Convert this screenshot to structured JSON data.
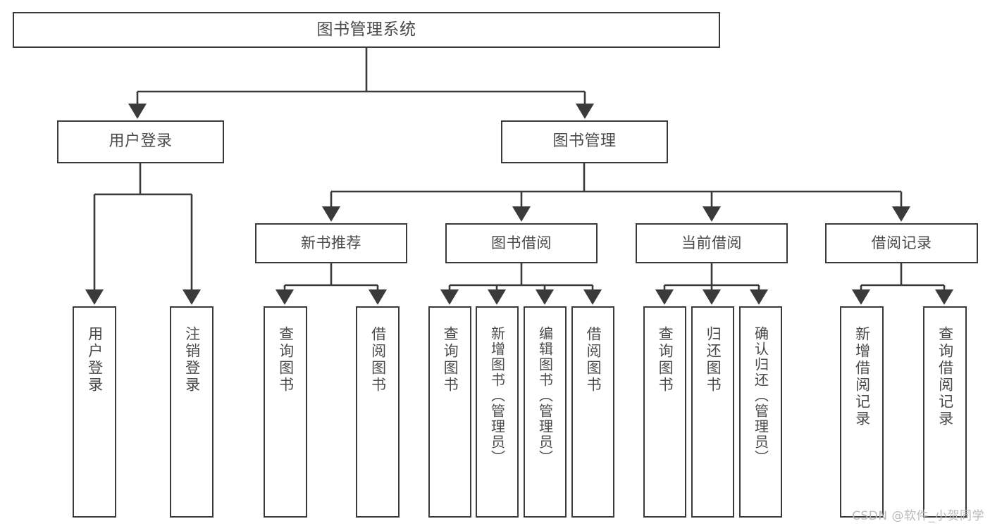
{
  "diagram": {
    "title": "图书管理系统",
    "type": "tree",
    "watermark": "CSDN @软件_小贺同学",
    "colors": {
      "box_border": "#3a3a3a",
      "box_fill": "#ffffff",
      "text": "#4a4a4a",
      "connector": "#3a3a3a",
      "watermark": "#b9b9b9",
      "background": "#ffffff"
    },
    "root": {
      "label": "图书管理系统"
    },
    "level2": [
      {
        "label": "用户登录"
      },
      {
        "label": "图书管理"
      }
    ],
    "level3": [
      {
        "label": "新书推荐"
      },
      {
        "label": "图书借阅"
      },
      {
        "label": "当前借阅"
      },
      {
        "label": "借阅记录"
      }
    ],
    "leaves": {
      "user_login": [
        {
          "label": "用户登录"
        },
        {
          "label": "注销登录"
        }
      ],
      "new_book": [
        {
          "label": "查询图书"
        },
        {
          "label": "借阅图书"
        }
      ],
      "book_borrow": [
        {
          "label": "查询图书"
        },
        {
          "label": "新增图书（管理员）"
        },
        {
          "label": "编辑图书（管理员）"
        },
        {
          "label": "借阅图书"
        }
      ],
      "current_borrow": [
        {
          "label": "查询图书"
        },
        {
          "label": "归还图书"
        },
        {
          "label": "确认归还（管理员）"
        }
      ],
      "borrow_record": [
        {
          "label": "新增借阅记录"
        },
        {
          "label": "查询借阅记录"
        }
      ]
    }
  }
}
